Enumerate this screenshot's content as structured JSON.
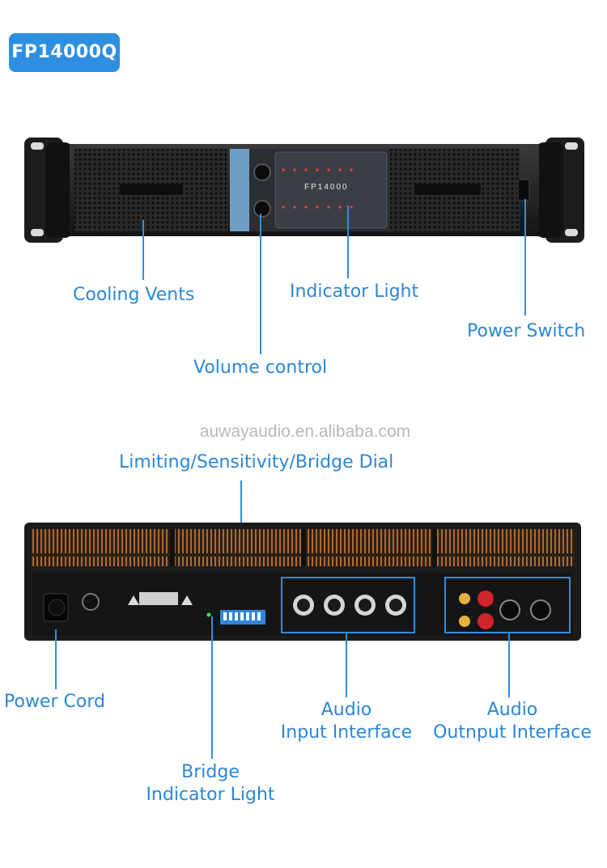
{
  "badge": {
    "text": "FP14000Q"
  },
  "front_panel": {
    "model_text": "FP14000",
    "callouts": {
      "cooling_vents": "Cooling Vents",
      "indicator_light": "Indicator Light",
      "power_switch": "Power Switch",
      "volume_control": "Volume control"
    }
  },
  "watermark": "auwayaudio.en.alibaba.com",
  "rear_panel": {
    "callouts": {
      "limiting_dial": "Limiting/Sensitivity/Bridge Dial",
      "power_cord": "Power Cord",
      "audio_input_l1": "Audio",
      "audio_input_l2": "Input Interface",
      "audio_output_l1": "Audio",
      "audio_output_l2": "Outnput Interface",
      "bridge_l1": "Bridge",
      "bridge_l2": "Indicator Light"
    }
  },
  "colors": {
    "accent": "#2d8fe2",
    "label": "#2b87d6",
    "chassis": "#1a1a1a"
  }
}
